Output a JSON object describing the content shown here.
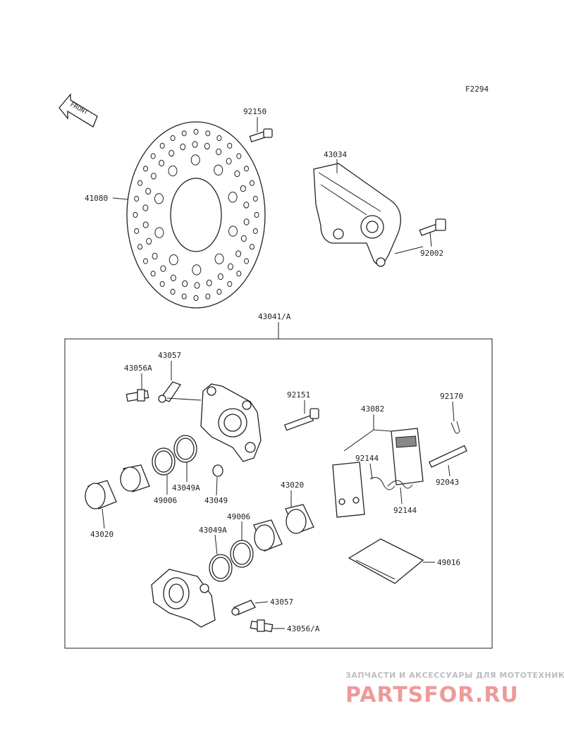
{
  "figure_code": "F2294",
  "front_label": "FRONT",
  "labels": {
    "disc_bolt": "92150",
    "disc": "41080",
    "bracket": "43034",
    "bracket_bolt": "92002",
    "caliper_assy": "43041/A",
    "pin_upper": "43057",
    "bleeder_upper": "43056A",
    "caliper_bolt": "92151",
    "pad_set": "43082",
    "clip": "92170",
    "spring_left": "92144",
    "spring_right": "92144",
    "pin_shaft": "92043",
    "seal_a_upper": "43049A",
    "seal_upper": "49006",
    "boot": "43049",
    "piston_left": "43020",
    "piston_right": "43020",
    "seal_lower": "49006",
    "seal_a_lower": "43049A",
    "shim": "49016",
    "pin_lower": "43057",
    "bleeder_lower": "43056/A"
  },
  "watermark": {
    "caption": "ЗАПЧАСТИ И АКСЕССУАРЫ ДЛЯ МОТОТЕХНИКИ",
    "logo": "PARTSFOR.RU"
  }
}
